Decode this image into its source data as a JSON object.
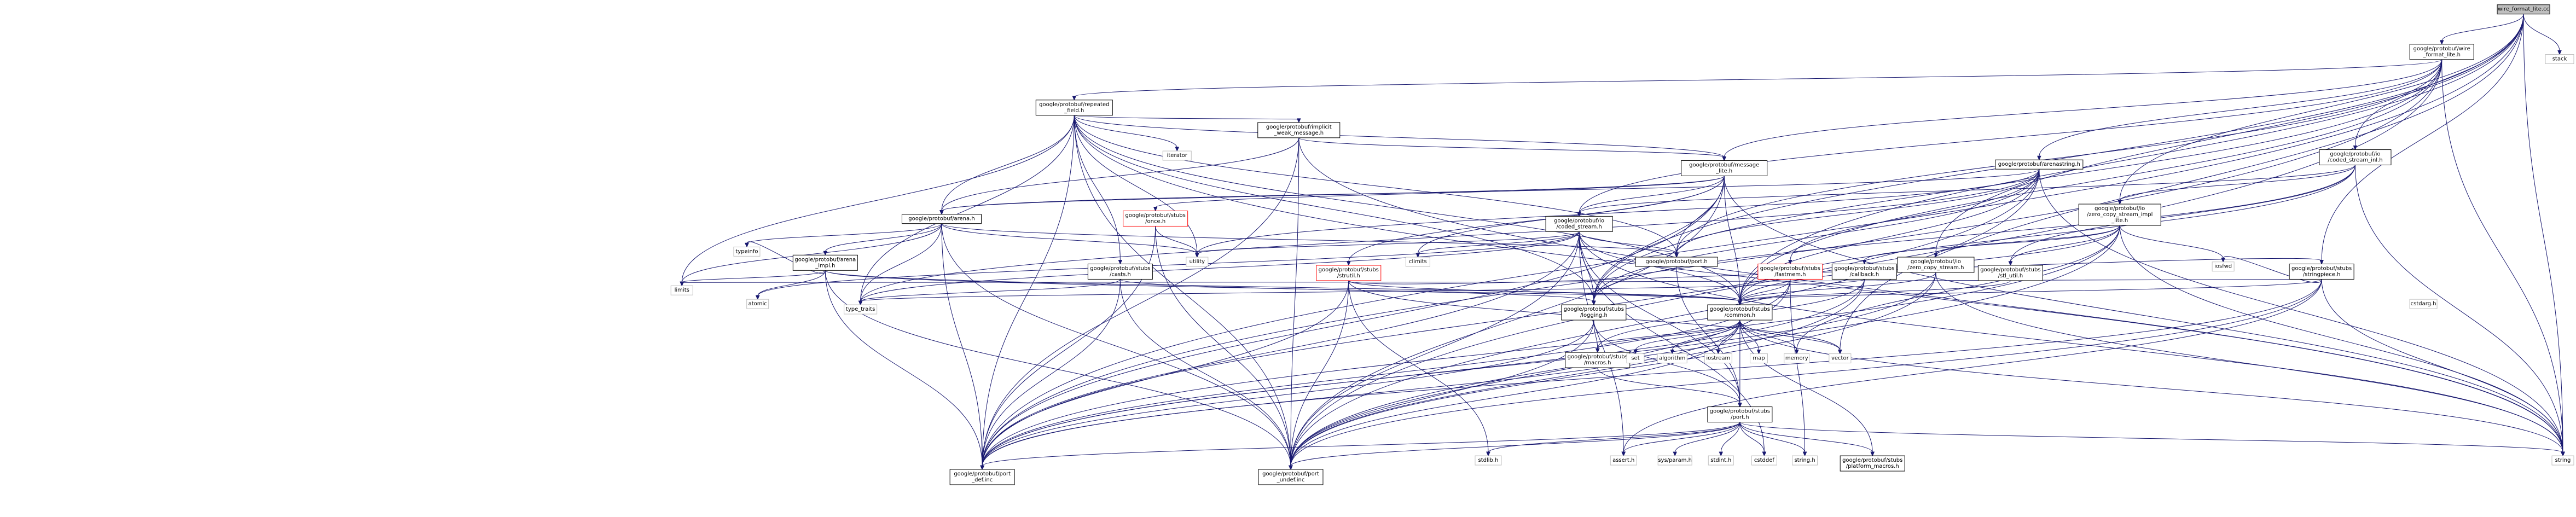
{
  "graph": {
    "nodes": [
      {
        "id": "wire_cc",
        "lines": [
          "wire_format_lite.cc"
        ],
        "style": "root"
      },
      {
        "id": "wire_h",
        "lines": [
          "google/protobuf/wire",
          "_format_lite.h"
        ],
        "style": "normal"
      },
      {
        "id": "stack",
        "lines": [
          "stack"
        ],
        "style": "ext"
      },
      {
        "id": "repeated",
        "lines": [
          "google/protobuf/repeated",
          "_field.h"
        ],
        "style": "normal"
      },
      {
        "id": "iterator",
        "lines": [
          "iterator"
        ],
        "style": "ext"
      },
      {
        "id": "implicit",
        "lines": [
          "google/protobuf/implicit",
          "_weak_message.h"
        ],
        "style": "normal"
      },
      {
        "id": "message_lite",
        "lines": [
          "google/protobuf/message",
          "_lite.h"
        ],
        "style": "normal"
      },
      {
        "id": "arenastring",
        "lines": [
          "google/protobuf/arenastring.h"
        ],
        "style": "normal"
      },
      {
        "id": "coded_inl",
        "lines": [
          "google/protobuf/io",
          "/coded_stream_inl.h"
        ],
        "style": "normal"
      },
      {
        "id": "zcs_impl_lite",
        "lines": [
          "google/protobuf/io",
          "/zero_copy_stream_impl",
          "_lite.h"
        ],
        "style": "normal"
      },
      {
        "id": "arena",
        "lines": [
          "google/protobuf/arena.h"
        ],
        "style": "normal"
      },
      {
        "id": "once",
        "lines": [
          "google/protobuf/stubs",
          "/once.h"
        ],
        "style": "red"
      },
      {
        "id": "coded",
        "lines": [
          "google/protobuf/io",
          "/coded_stream.h"
        ],
        "style": "normal"
      },
      {
        "id": "typeinfo",
        "lines": [
          "typeinfo"
        ],
        "style": "ext"
      },
      {
        "id": "arena_impl",
        "lines": [
          "google/protobuf/arena",
          "_impl.h"
        ],
        "style": "normal"
      },
      {
        "id": "casts",
        "lines": [
          "google/protobuf/stubs",
          "/casts.h"
        ],
        "style": "normal"
      },
      {
        "id": "utility",
        "lines": [
          "utility"
        ],
        "style": "ext"
      },
      {
        "id": "strutil",
        "lines": [
          "google/protobuf/stubs",
          "/strutil.h"
        ],
        "style": "red"
      },
      {
        "id": "climits",
        "lines": [
          "climits"
        ],
        "style": "ext"
      },
      {
        "id": "port_h",
        "lines": [
          "google/protobuf/port.h"
        ],
        "style": "normal"
      },
      {
        "id": "fastmem",
        "lines": [
          "google/protobuf/stubs",
          "/fastmem.h"
        ],
        "style": "red"
      },
      {
        "id": "callback",
        "lines": [
          "google/protobuf/stubs",
          "/callback.h"
        ],
        "style": "normal"
      },
      {
        "id": "zcs",
        "lines": [
          "google/protobuf/io",
          "/zero_copy_stream.h"
        ],
        "style": "normal"
      },
      {
        "id": "stl_util",
        "lines": [
          "google/protobuf/stubs",
          "/stl_util.h"
        ],
        "style": "normal"
      },
      {
        "id": "iosfwd",
        "lines": [
          "iosfwd"
        ],
        "style": "ext"
      },
      {
        "id": "stringpiece",
        "lines": [
          "google/protobuf/stubs",
          "/stringpiece.h"
        ],
        "style": "normal"
      },
      {
        "id": "limits",
        "lines": [
          "limits"
        ],
        "style": "ext"
      },
      {
        "id": "atomic",
        "lines": [
          "atomic"
        ],
        "style": "ext"
      },
      {
        "id": "type_traits",
        "lines": [
          "type_traits"
        ],
        "style": "ext"
      },
      {
        "id": "logging",
        "lines": [
          "google/protobuf/stubs",
          "/logging.h"
        ],
        "style": "normal"
      },
      {
        "id": "common",
        "lines": [
          "google/protobuf/stubs",
          "/common.h"
        ],
        "style": "normal"
      },
      {
        "id": "cstdarg",
        "lines": [
          "cstdarg.h"
        ],
        "style": "ext"
      },
      {
        "id": "macros",
        "lines": [
          "google/protobuf/stubs",
          "/macros.h"
        ],
        "style": "normal"
      },
      {
        "id": "set",
        "lines": [
          "set"
        ],
        "style": "ext"
      },
      {
        "id": "algorithm",
        "lines": [
          "algorithm"
        ],
        "style": "ext"
      },
      {
        "id": "iostream",
        "lines": [
          "iostream"
        ],
        "style": "ext"
      },
      {
        "id": "map",
        "lines": [
          "map"
        ],
        "style": "ext"
      },
      {
        "id": "memory",
        "lines": [
          "memory"
        ],
        "style": "ext"
      },
      {
        "id": "vector",
        "lines": [
          "vector"
        ],
        "style": "ext"
      },
      {
        "id": "stubs_port",
        "lines": [
          "google/protobuf/stubs",
          "/port.h"
        ],
        "style": "normal"
      },
      {
        "id": "port_def",
        "lines": [
          "google/protobuf/port",
          "_def.inc"
        ],
        "style": "normal"
      },
      {
        "id": "port_undef",
        "lines": [
          "google/protobuf/port",
          "_undef.inc"
        ],
        "style": "normal"
      },
      {
        "id": "stdlib",
        "lines": [
          "stdlib.h"
        ],
        "style": "ext"
      },
      {
        "id": "assert",
        "lines": [
          "assert.h"
        ],
        "style": "ext"
      },
      {
        "id": "sysparam",
        "lines": [
          "sys/param.h"
        ],
        "style": "ext"
      },
      {
        "id": "stdint",
        "lines": [
          "stdint.h"
        ],
        "style": "ext"
      },
      {
        "id": "cstddef",
        "lines": [
          "cstddef"
        ],
        "style": "ext"
      },
      {
        "id": "string_h",
        "lines": [
          "string.h"
        ],
        "style": "ext"
      },
      {
        "id": "platform",
        "lines": [
          "google/protobuf/stubs",
          "/platform_macros.h"
        ],
        "style": "normal"
      },
      {
        "id": "string",
        "lines": [
          "string"
        ],
        "style": "ext"
      }
    ],
    "edges": [
      [
        "wire_cc",
        "wire_h"
      ],
      [
        "wire_cc",
        "stack"
      ],
      [
        "wire_cc",
        "string"
      ],
      [
        "wire_cc",
        "vector"
      ],
      [
        "wire_cc",
        "common"
      ],
      [
        "wire_cc",
        "logging"
      ],
      [
        "wire_cc",
        "stringpiece"
      ],
      [
        "wire_cc",
        "coded_inl"
      ],
      [
        "wire_cc",
        "zcs"
      ],
      [
        "wire_cc",
        "zcs_impl_lite"
      ],
      [
        "wire_cc",
        "port_def"
      ],
      [
        "wire_h",
        "repeated"
      ],
      [
        "wire_h",
        "message_lite"
      ],
      [
        "wire_h",
        "arenastring"
      ],
      [
        "wire_h",
        "coded"
      ],
      [
        "wire_h",
        "string"
      ],
      [
        "wire_h",
        "common"
      ],
      [
        "wire_h",
        "logging"
      ],
      [
        "wire_h",
        "port_h"
      ],
      [
        "wire_h",
        "port_def"
      ],
      [
        "wire_h",
        "port_undef"
      ],
      [
        "repeated",
        "iterator"
      ],
      [
        "repeated",
        "limits"
      ],
      [
        "repeated",
        "string"
      ],
      [
        "repeated",
        "type_traits"
      ],
      [
        "repeated",
        "utility"
      ],
      [
        "repeated",
        "logging"
      ],
      [
        "repeated",
        "common"
      ],
      [
        "repeated",
        "arena"
      ],
      [
        "repeated",
        "implicit"
      ],
      [
        "repeated",
        "message_lite"
      ],
      [
        "repeated",
        "port_h"
      ],
      [
        "repeated",
        "casts"
      ],
      [
        "repeated",
        "port_def"
      ],
      [
        "repeated",
        "port_undef"
      ],
      [
        "implicit",
        "string"
      ],
      [
        "implicit",
        "arena"
      ],
      [
        "implicit",
        "message_lite"
      ],
      [
        "implicit",
        "port_def"
      ],
      [
        "implicit",
        "port_undef"
      ],
      [
        "message_lite",
        "climits"
      ],
      [
        "message_lite",
        "string"
      ],
      [
        "message_lite",
        "common"
      ],
      [
        "message_lite",
        "logging"
      ],
      [
        "message_lite",
        "arena"
      ],
      [
        "message_lite",
        "once"
      ],
      [
        "message_lite",
        "port_h"
      ],
      [
        "message_lite",
        "strutil"
      ],
      [
        "message_lite",
        "coded"
      ],
      [
        "message_lite",
        "port_def"
      ],
      [
        "message_lite",
        "port_undef"
      ],
      [
        "arenastring",
        "string"
      ],
      [
        "arenastring",
        "type_traits"
      ],
      [
        "arenastring",
        "utility"
      ],
      [
        "arenastring",
        "logging"
      ],
      [
        "arenastring",
        "common"
      ],
      [
        "arenastring",
        "fastmem"
      ],
      [
        "arenastring",
        "arena"
      ],
      [
        "arenastring",
        "port_h"
      ],
      [
        "arenastring",
        "port_def"
      ],
      [
        "arenastring",
        "port_undef"
      ],
      [
        "coded_inl",
        "coded"
      ],
      [
        "coded_inl",
        "zcs_impl_lite"
      ],
      [
        "coded_inl",
        "logging"
      ],
      [
        "coded_inl",
        "common"
      ],
      [
        "coded_inl",
        "stl_util"
      ],
      [
        "coded_inl",
        "string"
      ],
      [
        "zcs_impl_lite",
        "iosfwd"
      ],
      [
        "zcs_impl_lite",
        "memory"
      ],
      [
        "zcs_impl_lite",
        "string"
      ],
      [
        "zcs_impl_lite",
        "callback"
      ],
      [
        "zcs_impl_lite",
        "common"
      ],
      [
        "zcs_impl_lite",
        "zcs"
      ],
      [
        "zcs_impl_lite",
        "stl_util"
      ],
      [
        "zcs_impl_lite",
        "port_def"
      ],
      [
        "zcs_impl_lite",
        "port_undef"
      ],
      [
        "arena",
        "limits"
      ],
      [
        "arena",
        "type_traits"
      ],
      [
        "arena",
        "utility"
      ],
      [
        "arena",
        "typeinfo"
      ],
      [
        "arena",
        "arena_impl"
      ],
      [
        "arena",
        "port_h"
      ],
      [
        "arena",
        "port_def"
      ],
      [
        "arena",
        "port_undef"
      ],
      [
        "once",
        "utility"
      ],
      [
        "once",
        "port_def"
      ],
      [
        "once",
        "port_undef"
      ],
      [
        "coded",
        "assert"
      ],
      [
        "coded",
        "atomic"
      ],
      [
        "coded",
        "climits"
      ],
      [
        "coded",
        "cstddef"
      ],
      [
        "coded",
        "cstring"
      ],
      [
        "coded",
        "string"
      ],
      [
        "coded",
        "type_traits"
      ],
      [
        "coded",
        "utility"
      ],
      [
        "coded",
        "common"
      ],
      [
        "coded",
        "logging"
      ],
      [
        "coded",
        "stubs_port"
      ],
      [
        "coded",
        "port_h"
      ],
      [
        "coded",
        "port_def"
      ],
      [
        "coded",
        "port_undef"
      ],
      [
        "arena_impl",
        "atomic"
      ],
      [
        "arena_impl",
        "limits"
      ],
      [
        "arena_impl",
        "typeinfo"
      ],
      [
        "arena_impl",
        "common"
      ],
      [
        "arena_impl",
        "logging"
      ],
      [
        "arena_impl",
        "port_def"
      ],
      [
        "arena_impl",
        "port_undef"
      ],
      [
        "casts",
        "common"
      ],
      [
        "casts",
        "type_traits"
      ],
      [
        "casts",
        "port_def"
      ],
      [
        "casts",
        "port_undef"
      ],
      [
        "strutil",
        "stdlib"
      ],
      [
        "strutil",
        "vector"
      ],
      [
        "strutil",
        "common"
      ],
      [
        "strutil",
        "stringpiece"
      ],
      [
        "strutil",
        "port_def"
      ],
      [
        "strutil",
        "port_undef"
      ],
      [
        "port_h",
        "stubs_port"
      ],
      [
        "fastmem",
        "stddef"
      ],
      [
        "fastmem",
        "stdio"
      ],
      [
        "fastmem",
        "string_h"
      ],
      [
        "fastmem",
        "common"
      ],
      [
        "fastmem",
        "port_def"
      ],
      [
        "fastmem",
        "port_undef"
      ],
      [
        "callback",
        "type_traits"
      ],
      [
        "callback",
        "macros"
      ],
      [
        "callback",
        "port_def"
      ],
      [
        "callback",
        "port_undef"
      ],
      [
        "zcs",
        "string"
      ],
      [
        "zcs",
        "common"
      ],
      [
        "zcs",
        "port_def"
      ],
      [
        "zcs",
        "port_undef"
      ],
      [
        "stl_util",
        "common"
      ],
      [
        "stringpiece",
        "assert"
      ],
      [
        "stringpiece",
        "stddef"
      ],
      [
        "stringpiece",
        "iosfwd"
      ],
      [
        "stringpiece",
        "limits"
      ],
      [
        "stringpiece",
        "string"
      ],
      [
        "stringpiece",
        "common"
      ],
      [
        "stringpiece",
        "hash"
      ],
      [
        "stringpiece",
        "port_def"
      ],
      [
        "stringpiece",
        "port_undef"
      ],
      [
        "logging",
        "macros"
      ],
      [
        "logging",
        "stubs_port"
      ],
      [
        "logging",
        "port_def"
      ],
      [
        "logging",
        "port_undef"
      ],
      [
        "common",
        "algorithm"
      ],
      [
        "common",
        "iostream"
      ],
      [
        "common",
        "map"
      ],
      [
        "common",
        "memory"
      ],
      [
        "common",
        "set"
      ],
      [
        "common",
        "string"
      ],
      [
        "common",
        "vector"
      ],
      [
        "common",
        "macros"
      ],
      [
        "common",
        "platform"
      ],
      [
        "common",
        "stubs_port"
      ],
      [
        "common",
        "stubs_common_extras"
      ],
      [
        "common",
        "port_def"
      ],
      [
        "common",
        "port_undef"
      ],
      [
        "macros",
        "stubs_port"
      ],
      [
        "stubs_port",
        "assert"
      ],
      [
        "stubs_port",
        "stdlib"
      ],
      [
        "stubs_port",
        "cstddef"
      ],
      [
        "stubs_port",
        "string"
      ],
      [
        "stubs_port",
        "string_h"
      ],
      [
        "stubs_port",
        "stdint"
      ],
      [
        "stubs_port",
        "platform"
      ],
      [
        "stubs_port",
        "sysparam"
      ],
      [
        "stubs_port",
        "port_def"
      ],
      [
        "stubs_port",
        "port_undef"
      ]
    ]
  }
}
